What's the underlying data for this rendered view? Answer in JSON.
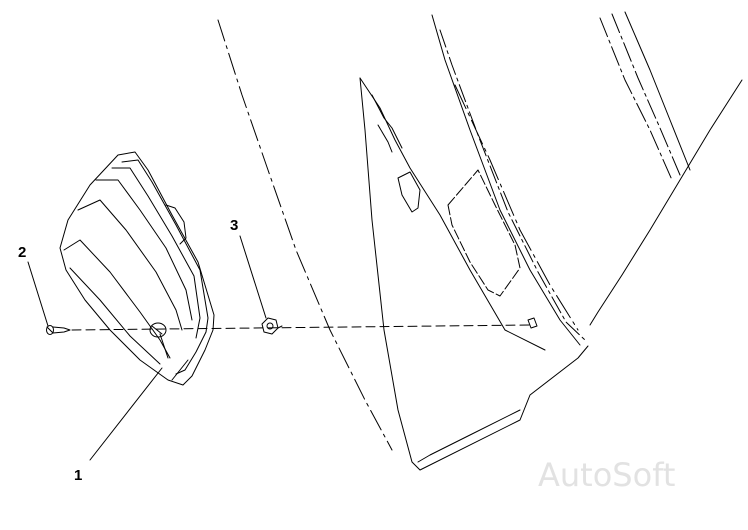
{
  "callouts": [
    {
      "id": "1",
      "label": "1"
    },
    {
      "id": "2",
      "label": "2"
    },
    {
      "id": "3",
      "label": "3"
    }
  ],
  "watermark": {
    "text": "AutoSoft"
  }
}
